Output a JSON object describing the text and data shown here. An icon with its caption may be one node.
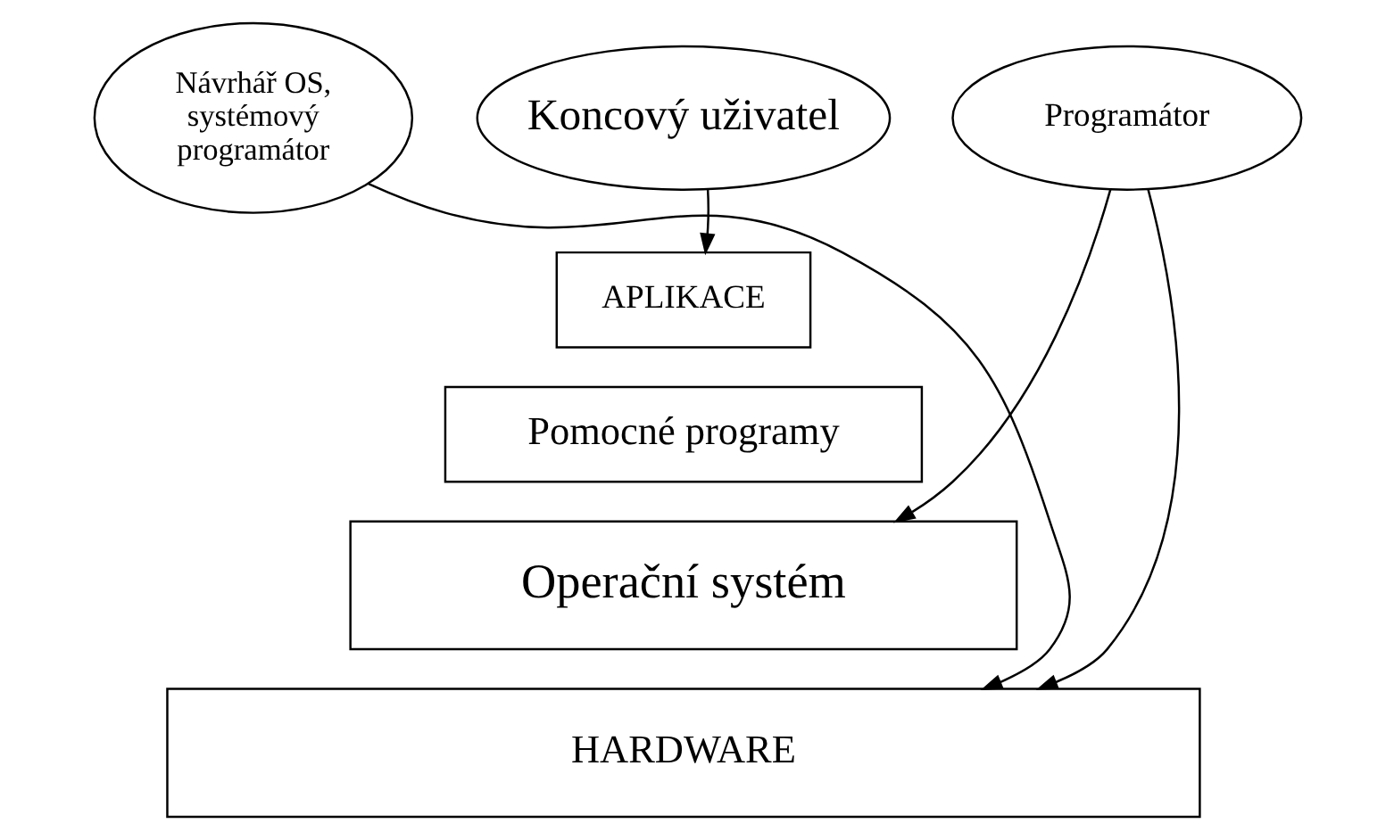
{
  "diagram": {
    "nodes": [
      {
        "text": [
          "Koncový uživatel"
        ]
      },
      {
        "text": [
          "Návrhář OS, systémový programátor"
        ]
      },
      {
        "text": [
          "Programátor"
        ]
      },
      {
        "text": [
          "APLIKACE"
        ]
      },
      {
        "text": [
          "Pomocné programy"
        ]
      },
      {
        "text": [
          "Operační systém"
        ]
      },
      {
        "text": [
          "HARDWARE"
        ]
      }
    ],
    "edges": [
      {
        "from": 0,
        "to": 3,
        "arrow": "to"
      },
      {
        "from": 1,
        "to": 6,
        "arrow": "to"
      },
      {
        "from": 2,
        "to": 5,
        "arrow": "to"
      },
      {
        "from": 2,
        "to": 6,
        "arrow": "to"
      }
    ]
  }
}
